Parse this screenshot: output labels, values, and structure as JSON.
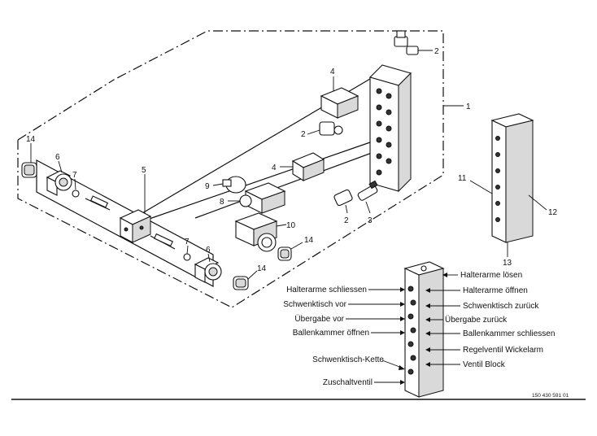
{
  "callouts": {
    "c1": "1",
    "c2a": "2",
    "c2b": "2",
    "c2c": "2",
    "c3": "3",
    "c4a": "4",
    "c4b": "4",
    "c5": "5",
    "c6a": "6",
    "c6b": "6",
    "c7a": "7",
    "c7b": "7",
    "c8": "8",
    "c9": "9",
    "c10": "10",
    "c11": "11",
    "c12": "12",
    "c13": "13",
    "c14a": "14",
    "c14b": "14",
    "c14c": "14"
  },
  "labels_left": [
    "Halterarme schliessen",
    "Schwenktisch vor",
    "Übergabe vor",
    "Ballenkammer öffnen",
    "Schwenktisch-Kette",
    "Zuschaltventil"
  ],
  "labels_right": [
    "Halterarme lösen",
    "Halterarme öffnen",
    "Schwenktisch zurück",
    "Übergabe zurück",
    "Ballenkammer schliessen",
    "Regelventil Wickelarm",
    "Ventil Block"
  ],
  "drawing_number": "150 430 591 01"
}
